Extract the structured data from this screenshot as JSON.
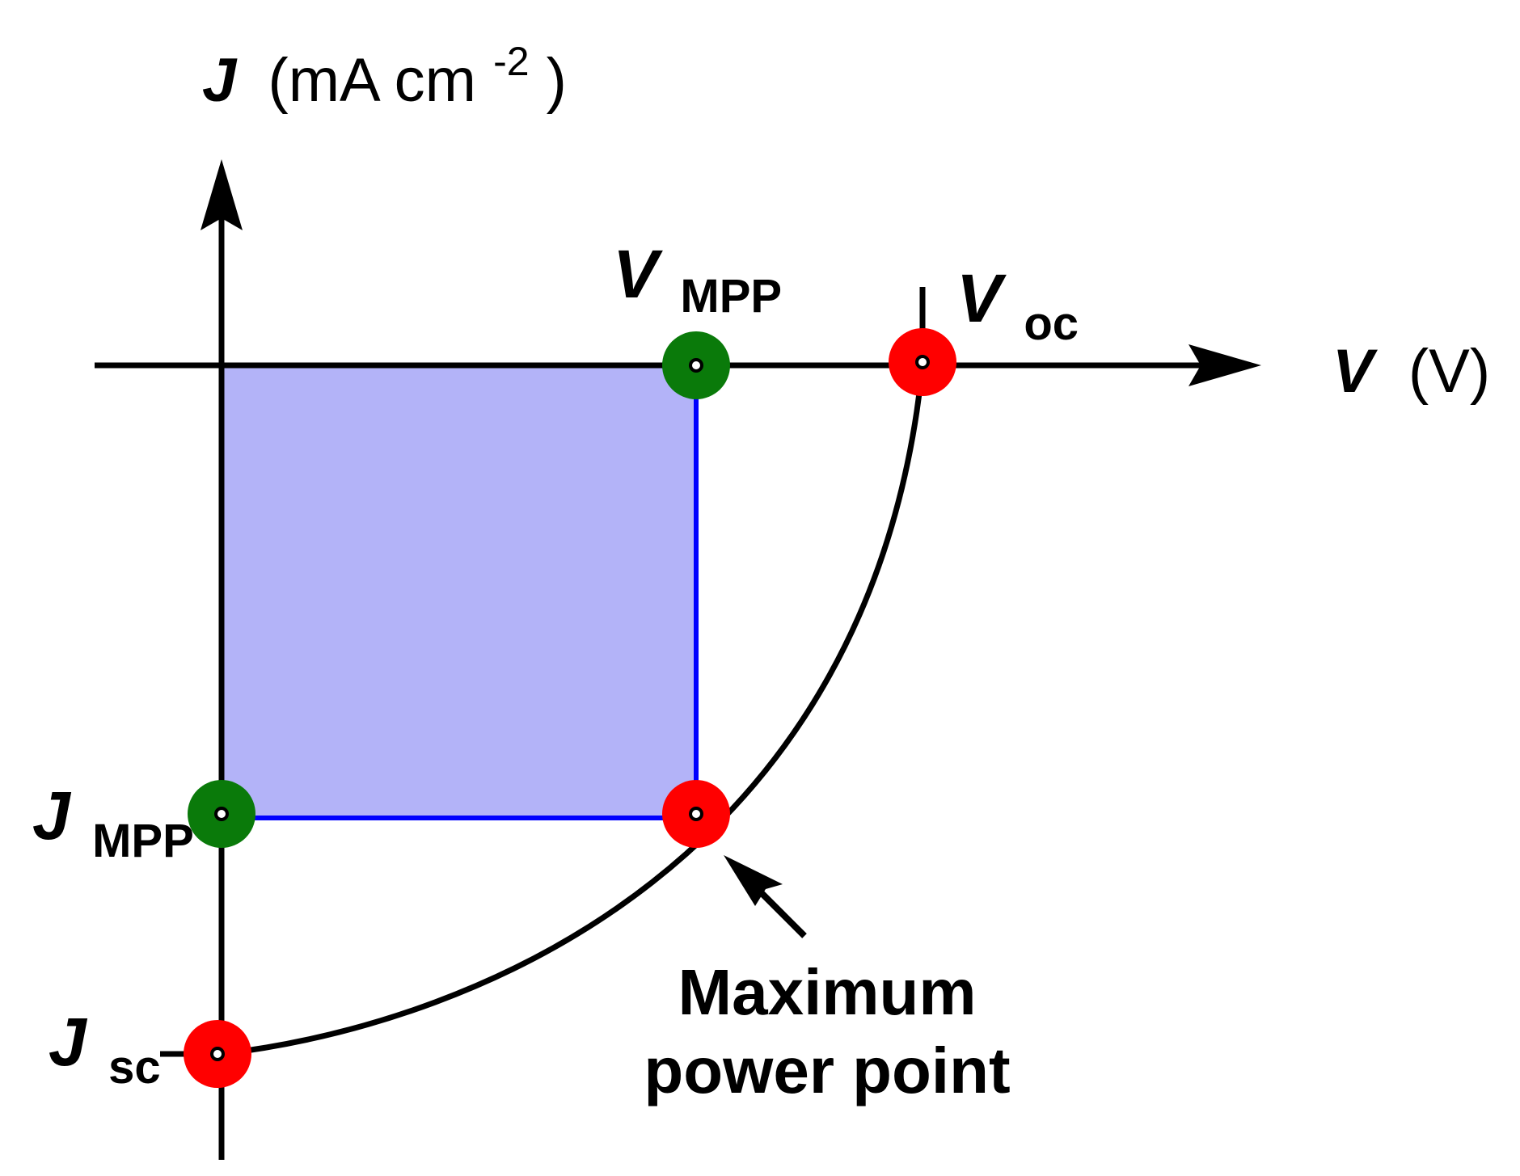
{
  "diagram": {
    "y_axis": {
      "symbol": "J",
      "unit": "(mA cm",
      "unit_exponent": "-2",
      "unit_close": ")"
    },
    "x_axis": {
      "symbol": "V",
      "unit": "(V)"
    },
    "labels": {
      "v_mpp": {
        "symbol": "V",
        "subscript": "MPP"
      },
      "v_oc": {
        "symbol": "V",
        "subscript": "oc"
      },
      "j_mpp": {
        "symbol": "J",
        "subscript": "MPP"
      },
      "j_sc": {
        "symbol": "J",
        "subscript": "sc"
      }
    },
    "annotation": {
      "line1": "Maximum",
      "line2": "power point"
    },
    "colors": {
      "axis": "#000000",
      "curve": "#000000",
      "rectangle_fill": "#b3b3f8",
      "rectangle_stroke": "#0000ff",
      "marker_green": "#0a7a0a",
      "marker_red": "#ff0000",
      "marker_center": "#000000"
    }
  }
}
